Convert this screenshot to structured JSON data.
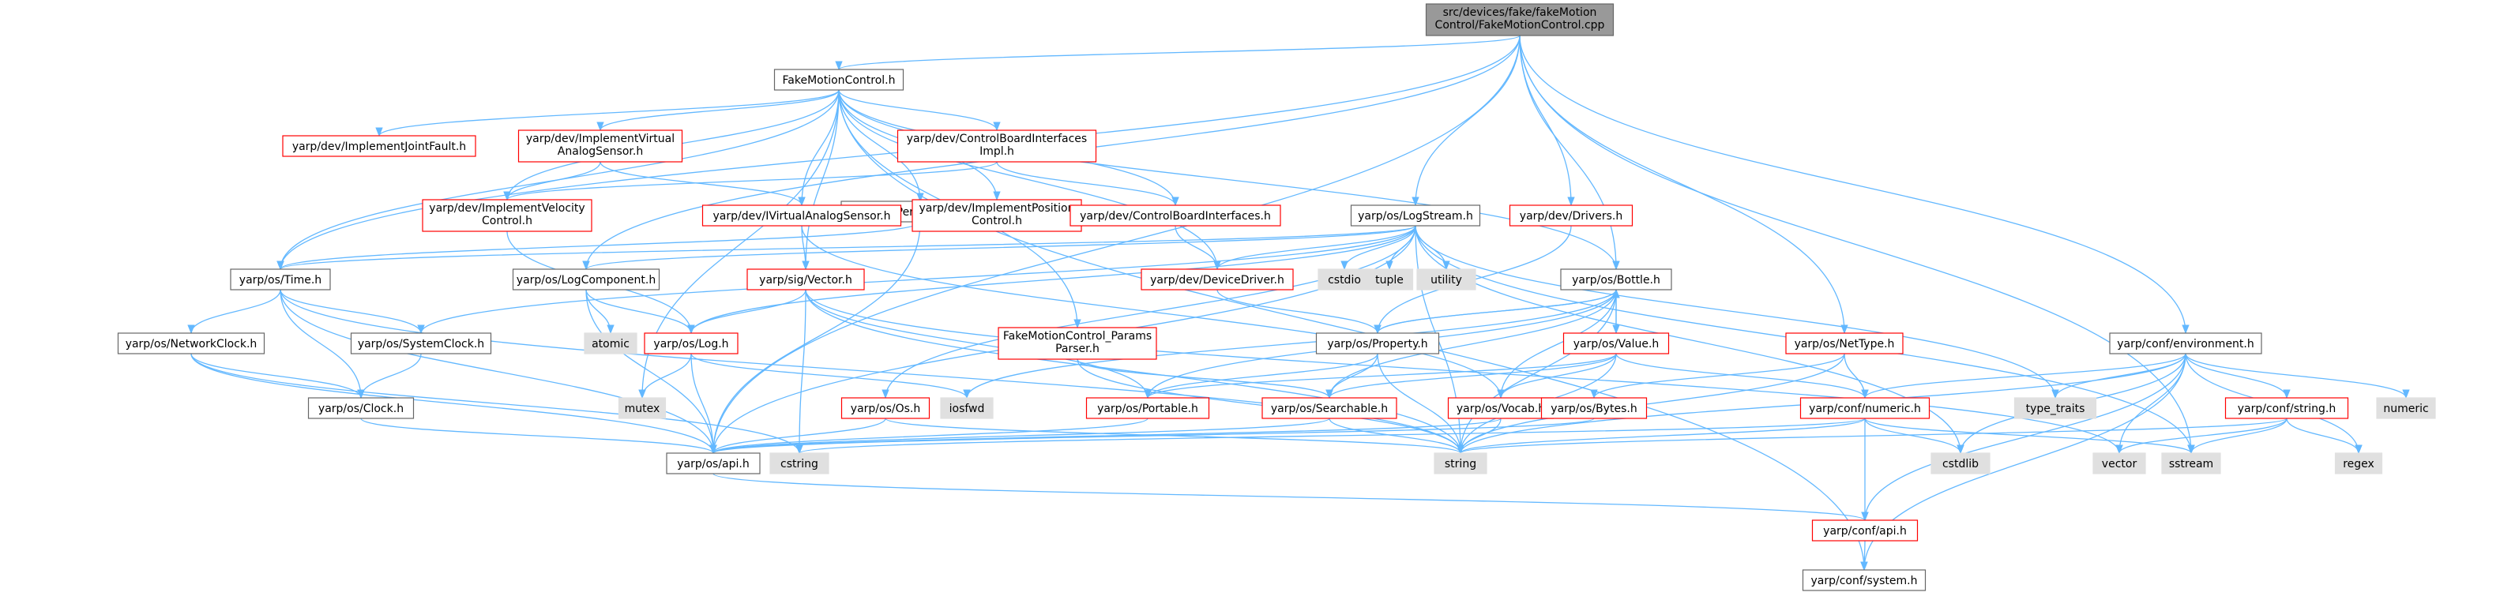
{
  "graph": {
    "colors": {
      "edge": "#63b8ff",
      "root_fill": "#999999",
      "root_border": "#666666",
      "normal_fill": "#ffffff",
      "normal_border": "#666666",
      "missing_border": "#ff0000",
      "system_fill": "#e0e0e0",
      "system_border": "#e0e0e0"
    },
    "nodes": [
      {
        "id": "root",
        "lines": [
          "src/devices/fake/fakeMotion",
          "Control/FakeMotionControl.cpp"
        ],
        "kind": "root"
      },
      {
        "id": "fmc_h",
        "lines": [
          "FakeMotionControl.h"
        ],
        "kind": "normal"
      },
      {
        "id": "periodic",
        "lines": [
          "yarp/os/PeriodicThread.h"
        ],
        "kind": "normal"
      },
      {
        "id": "jointfault",
        "lines": [
          "yarp/dev/ImplementJointFault.h"
        ],
        "kind": "missing"
      },
      {
        "id": "ivas",
        "lines": [
          "yarp/dev/ImplementVirtual",
          "AnalogSensor.h"
        ],
        "kind": "missing"
      },
      {
        "id": "cbi_impl",
        "lines": [
          "yarp/dev/ControlBoardInterfaces",
          "Impl.h"
        ],
        "kind": "missing"
      },
      {
        "id": "ivel",
        "lines": [
          "yarp/dev/ImplementVelocity",
          "Control.h"
        ],
        "kind": "missing"
      },
      {
        "id": "ivirt",
        "lines": [
          "yarp/dev/IVirtualAnalogSensor.h"
        ],
        "kind": "missing"
      },
      {
        "id": "ipos",
        "lines": [
          "yarp/dev/ImplementPosition",
          "Control.h"
        ],
        "kind": "missing"
      },
      {
        "id": "cbi",
        "lines": [
          "yarp/dev/ControlBoardInterfaces.h"
        ],
        "kind": "missing"
      },
      {
        "id": "logstream",
        "lines": [
          "yarp/os/LogStream.h"
        ],
        "kind": "normal"
      },
      {
        "id": "drivers",
        "lines": [
          "yarp/dev/Drivers.h"
        ],
        "kind": "missing"
      },
      {
        "id": "time",
        "lines": [
          "yarp/os/Time.h"
        ],
        "kind": "normal"
      },
      {
        "id": "logcomp",
        "lines": [
          "yarp/os/LogComponent.h"
        ],
        "kind": "normal"
      },
      {
        "id": "vector",
        "lines": [
          "yarp/sig/Vector.h"
        ],
        "kind": "missing"
      },
      {
        "id": "devdriver",
        "lines": [
          "yarp/dev/DeviceDriver.h"
        ],
        "kind": "missing"
      },
      {
        "id": "cstdio",
        "lines": [
          "cstdio"
        ],
        "kind": "system"
      },
      {
        "id": "tuple",
        "lines": [
          "tuple"
        ],
        "kind": "system"
      },
      {
        "id": "utility",
        "lines": [
          "utility"
        ],
        "kind": "system"
      },
      {
        "id": "bottle",
        "lines": [
          "yarp/os/Bottle.h"
        ],
        "kind": "normal"
      },
      {
        "id": "nettype",
        "lines": [
          "yarp/os/NetType.h"
        ],
        "kind": "missing"
      },
      {
        "id": "env",
        "lines": [
          "yarp/conf/environment.h"
        ],
        "kind": "normal"
      },
      {
        "id": "netclock",
        "lines": [
          "yarp/os/NetworkClock.h"
        ],
        "kind": "normal"
      },
      {
        "id": "sysclock",
        "lines": [
          "yarp/os/SystemClock.h"
        ],
        "kind": "normal"
      },
      {
        "id": "atomic",
        "lines": [
          "atomic"
        ],
        "kind": "system"
      },
      {
        "id": "log",
        "lines": [
          "yarp/os/Log.h"
        ],
        "kind": "missing"
      },
      {
        "id": "params",
        "lines": [
          "FakeMotionControl_Params",
          "Parser.h"
        ],
        "kind": "missing"
      },
      {
        "id": "property",
        "lines": [
          "yarp/os/Property.h"
        ],
        "kind": "normal"
      },
      {
        "id": "value",
        "lines": [
          "yarp/os/Value.h"
        ],
        "kind": "missing"
      },
      {
        "id": "clock",
        "lines": [
          "yarp/os/Clock.h"
        ],
        "kind": "normal"
      },
      {
        "id": "mutex",
        "lines": [
          "mutex"
        ],
        "kind": "system"
      },
      {
        "id": "iosfwd",
        "lines": [
          "iosfwd"
        ],
        "kind": "system"
      },
      {
        "id": "osos",
        "lines": [
          "yarp/os/Os.h"
        ],
        "kind": "missing"
      },
      {
        "id": "portable",
        "lines": [
          "yarp/os/Portable.h"
        ],
        "kind": "missing"
      },
      {
        "id": "searchable",
        "lines": [
          "yarp/os/Searchable.h"
        ],
        "kind": "missing"
      },
      {
        "id": "vocab",
        "lines": [
          "yarp/os/Vocab.h"
        ],
        "kind": "missing"
      },
      {
        "id": "bytes",
        "lines": [
          "yarp/os/Bytes.h"
        ],
        "kind": "missing"
      },
      {
        "id": "numeric",
        "lines": [
          "yarp/conf/numeric.h"
        ],
        "kind": "missing"
      },
      {
        "id": "string_h",
        "lines": [
          "yarp/conf/string.h"
        ],
        "kind": "missing"
      },
      {
        "id": "type_traits",
        "lines": [
          "type_traits"
        ],
        "kind": "system"
      },
      {
        "id": "numeric_std",
        "lines": [
          "numeric"
        ],
        "kind": "system"
      },
      {
        "id": "api",
        "lines": [
          "yarp/os/api.h"
        ],
        "kind": "normal"
      },
      {
        "id": "cstring",
        "lines": [
          "cstring"
        ],
        "kind": "system"
      },
      {
        "id": "string",
        "lines": [
          "string"
        ],
        "kind": "system"
      },
      {
        "id": "cstdlib",
        "lines": [
          "cstdlib"
        ],
        "kind": "system"
      },
      {
        "id": "vector_std",
        "lines": [
          "vector"
        ],
        "kind": "system"
      },
      {
        "id": "sstream",
        "lines": [
          "sstream"
        ],
        "kind": "system"
      },
      {
        "id": "regex",
        "lines": [
          "regex"
        ],
        "kind": "system"
      },
      {
        "id": "confapi",
        "lines": [
          "yarp/conf/api.h"
        ],
        "kind": "missing"
      },
      {
        "id": "confsystem",
        "lines": [
          "yarp/conf/system.h"
        ],
        "kind": "normal"
      }
    ],
    "edges": [
      [
        "root",
        "fmc_h"
      ],
      [
        "root",
        "logstream"
      ],
      [
        "root",
        "drivers"
      ],
      [
        "root",
        "bottle"
      ],
      [
        "root",
        "nettype"
      ],
      [
        "root",
        "env"
      ],
      [
        "root",
        "sstream"
      ],
      [
        "root",
        "time"
      ],
      [
        "root",
        "logcomp"
      ],
      [
        "root",
        "api"
      ],
      [
        "fmc_h",
        "periodic"
      ],
      [
        "fmc_h",
        "jointfault"
      ],
      [
        "fmc_h",
        "ivas"
      ],
      [
        "fmc_h",
        "cbi_impl"
      ],
      [
        "fmc_h",
        "ivel"
      ],
      [
        "fmc_h",
        "ivirt"
      ],
      [
        "fmc_h",
        "ipos"
      ],
      [
        "fmc_h",
        "cbi"
      ],
      [
        "fmc_h",
        "time"
      ],
      [
        "fmc_h",
        "vector"
      ],
      [
        "fmc_h",
        "devdriver"
      ],
      [
        "fmc_h",
        "bottle"
      ],
      [
        "fmc_h",
        "params"
      ],
      [
        "fmc_h",
        "mutex"
      ],
      [
        "fmc_h",
        "confsystem"
      ],
      [
        "periodic",
        "time"
      ],
      [
        "periodic",
        "api"
      ],
      [
        "ivas",
        "ivirt"
      ],
      [
        "ivas",
        "ivel"
      ],
      [
        "cbi_impl",
        "ivel"
      ],
      [
        "cbi_impl",
        "cbi"
      ],
      [
        "ivel",
        "log"
      ],
      [
        "ivirt",
        "vector"
      ],
      [
        "ivirt",
        "vocab"
      ],
      [
        "cbi",
        "devdriver"
      ],
      [
        "logstream",
        "time"
      ],
      [
        "logstream",
        "logcomp"
      ],
      [
        "logstream",
        "log"
      ],
      [
        "logstream",
        "devdriver"
      ],
      [
        "logstream",
        "cstdio"
      ],
      [
        "logstream",
        "tuple"
      ],
      [
        "logstream",
        "utility"
      ],
      [
        "logstream",
        "type_traits"
      ],
      [
        "logstream",
        "string"
      ],
      [
        "logstream",
        "sysclock"
      ],
      [
        "logstream",
        "api"
      ],
      [
        "logstream",
        "osos"
      ],
      [
        "logstream",
        "cstdlib"
      ],
      [
        "logstream",
        "sstream"
      ],
      [
        "drivers",
        "property"
      ],
      [
        "time",
        "netclock"
      ],
      [
        "time",
        "sysclock"
      ],
      [
        "time",
        "clock"
      ],
      [
        "time",
        "api"
      ],
      [
        "time",
        "string"
      ],
      [
        "logcomp",
        "atomic"
      ],
      [
        "logcomp",
        "log"
      ],
      [
        "logcomp",
        "api"
      ],
      [
        "vector",
        "log"
      ],
      [
        "vector",
        "portable"
      ],
      [
        "vector",
        "cstring"
      ],
      [
        "vector",
        "string"
      ],
      [
        "vector",
        "vector_std"
      ],
      [
        "devdriver",
        "property"
      ],
      [
        "bottle",
        "property"
      ],
      [
        "bottle",
        "value"
      ],
      [
        "bottle",
        "portable"
      ],
      [
        "bottle",
        "searchable"
      ],
      [
        "bottle",
        "string"
      ],
      [
        "bottle",
        "iosfwd"
      ],
      [
        "bottle",
        "vocab"
      ],
      [
        "nettype",
        "bytes"
      ],
      [
        "nettype",
        "numeric"
      ],
      [
        "nettype",
        "string"
      ],
      [
        "env",
        "numeric"
      ],
      [
        "env",
        "string_h"
      ],
      [
        "env",
        "type_traits"
      ],
      [
        "env",
        "numeric_std"
      ],
      [
        "env",
        "string"
      ],
      [
        "env",
        "cstdlib"
      ],
      [
        "env",
        "vector_std"
      ],
      [
        "env",
        "regex"
      ],
      [
        "env",
        "confapi"
      ],
      [
        "env",
        "confsystem"
      ],
      [
        "netclock",
        "clock"
      ],
      [
        "netclock",
        "api"
      ],
      [
        "netclock",
        "cstring"
      ],
      [
        "sysclock",
        "clock"
      ],
      [
        "log",
        "mutex"
      ],
      [
        "log",
        "api"
      ],
      [
        "log",
        "iosfwd"
      ],
      [
        "params",
        "searchable"
      ],
      [
        "params",
        "string"
      ],
      [
        "property",
        "bottle"
      ],
      [
        "property",
        "portable"
      ],
      [
        "property",
        "searchable"
      ],
      [
        "property",
        "string"
      ],
      [
        "value",
        "bottle"
      ],
      [
        "value",
        "portable"
      ],
      [
        "value",
        "searchable"
      ],
      [
        "value",
        "vocab"
      ],
      [
        "value",
        "numeric"
      ],
      [
        "value",
        "string"
      ],
      [
        "clock",
        "api"
      ],
      [
        "osos",
        "api"
      ],
      [
        "osos",
        "string"
      ],
      [
        "portable",
        "api"
      ],
      [
        "searchable",
        "api"
      ],
      [
        "searchable",
        "string"
      ],
      [
        "vocab",
        "api"
      ],
      [
        "vocab",
        "string"
      ],
      [
        "bytes",
        "api"
      ],
      [
        "numeric",
        "confapi"
      ],
      [
        "numeric",
        "string"
      ],
      [
        "numeric",
        "cstring"
      ],
      [
        "numeric",
        "cstdlib"
      ],
      [
        "numeric",
        "sstream"
      ],
      [
        "string_h",
        "string"
      ],
      [
        "string_h",
        "vector_std"
      ],
      [
        "string_h",
        "sstream"
      ],
      [
        "string_h",
        "regex"
      ],
      [
        "api",
        "confapi"
      ],
      [
        "confapi",
        "confsystem"
      ]
    ]
  }
}
